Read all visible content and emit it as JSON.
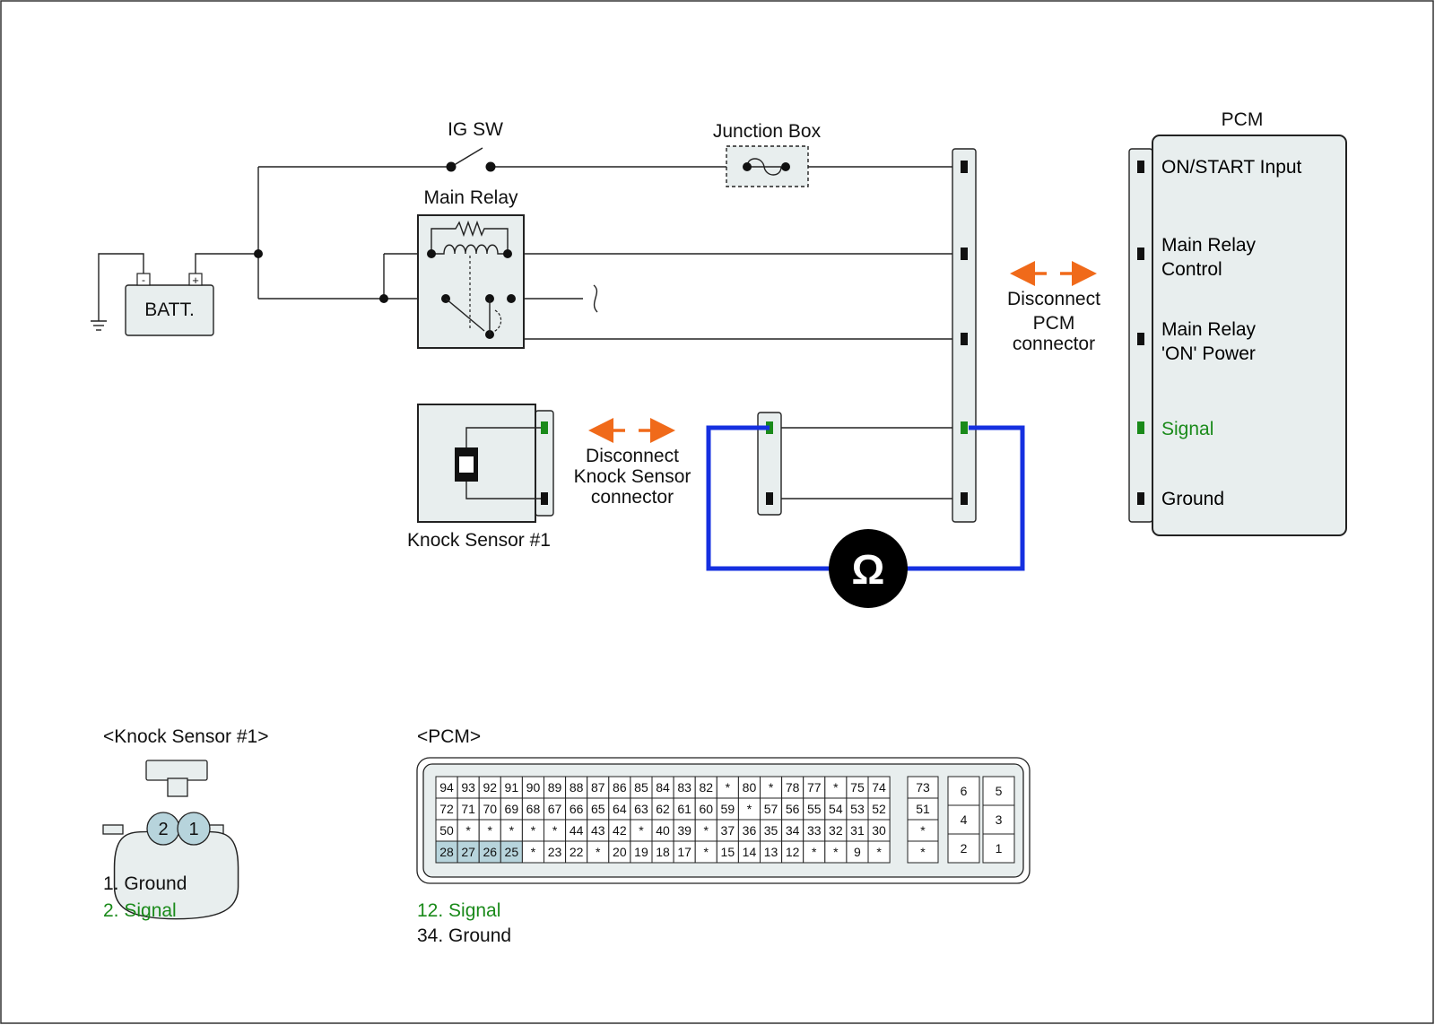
{
  "labels": {
    "ig_sw": "IG SW",
    "junction_box": "Junction Box",
    "main_relay": "Main Relay",
    "battery": "BATT.",
    "battery_neg": "-",
    "battery_pos": "+",
    "knock_sensor": "Knock Sensor #1",
    "pcm_title": "PCM",
    "disconnect_ks": [
      "Disconnect",
      "Knock Sensor",
      "connector"
    ],
    "disconnect_pcm": [
      "Disconnect",
      "PCM",
      "connector"
    ],
    "ohm": "Ω"
  },
  "pcm_pins": [
    {
      "lines": [
        "ON/START Input"
      ],
      "color": "#000000"
    },
    {
      "lines": [
        "Main Relay",
        "Control"
      ],
      "color": "#000000"
    },
    {
      "lines": [
        "Main Relay",
        "'ON' Power"
      ],
      "color": "#000000"
    },
    {
      "lines": [
        "Signal"
      ],
      "color": "#1a8a1a"
    },
    {
      "lines": [
        "Ground"
      ],
      "color": "#000000"
    }
  ],
  "knock_connector": {
    "title": "<Knock Sensor #1>",
    "pins": [
      "2",
      "1"
    ],
    "legend": [
      {
        "text": "1. Ground",
        "color": "#111111"
      },
      {
        "text": "2. Signal",
        "color": "#1a8a1a"
      }
    ]
  },
  "pcm_connector": {
    "title": "<PCM>",
    "rows": [
      [
        "94",
        "93",
        "92",
        "91",
        "90",
        "89",
        "88",
        "87",
        "86",
        "85",
        "84",
        "83",
        "82",
        "*",
        "80",
        "*",
        "78",
        "77",
        "*",
        "75",
        "74"
      ],
      [
        "72",
        "71",
        "70",
        "69",
        "68",
        "67",
        "66",
        "65",
        "64",
        "63",
        "62",
        "61",
        "60",
        "59",
        "*",
        "57",
        "56",
        "55",
        "54",
        "53",
        "52"
      ],
      [
        "50",
        "*",
        "*",
        "*",
        "*",
        "*",
        "44",
        "43",
        "42",
        "*",
        "40",
        "39",
        "*",
        "37",
        "36",
        "35",
        "34",
        "33",
        "32",
        "31",
        "30"
      ],
      [
        "28",
        "27",
        "26",
        "25",
        "*",
        "23",
        "22",
        "*",
        "20",
        "19",
        "18",
        "17",
        "*",
        "15",
        "14",
        "13",
        "12",
        "*",
        "*",
        "9",
        "*"
      ]
    ],
    "col_b": [
      "73",
      "51",
      "*",
      "*"
    ],
    "col_c": [
      [
        "6",
        "5"
      ],
      [
        "4",
        "3"
      ],
      [
        "2",
        "1"
      ]
    ],
    "highlighted": [
      "28",
      "27",
      "26",
      "25"
    ],
    "legend": [
      {
        "text": "12. Signal",
        "color": "#1a8a1a"
      },
      {
        "text": "34. Ground",
        "color": "#111111"
      }
    ]
  },
  "colors": {
    "meter_wire": "#1530e0",
    "signal": "#1a8a1a",
    "arrow": "#f06a1a",
    "highlight": "#b7d4dc",
    "panel": "#e8eeee"
  }
}
